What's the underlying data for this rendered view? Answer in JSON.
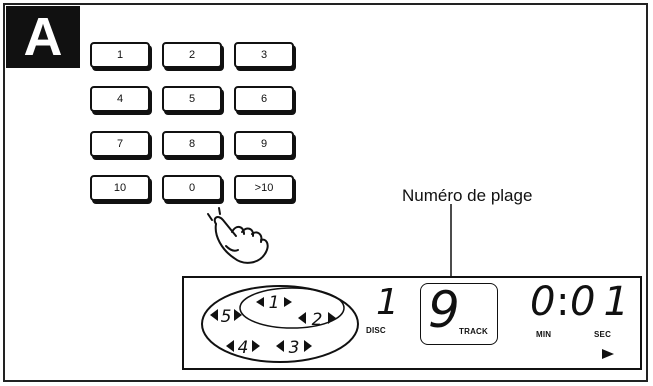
{
  "section": {
    "letter": "A"
  },
  "keypad": {
    "keys": [
      "1",
      "2",
      "3",
      "4",
      "5",
      "6",
      "7",
      "8",
      "9",
      "10",
      "0",
      ">10"
    ]
  },
  "callout": {
    "label": "Numéro de plage"
  },
  "display": {
    "disc_number": "1",
    "disc_label": "DISC",
    "track_number": "9",
    "track_label": "TRACK",
    "time_minutes": "0",
    "time_seconds": "01",
    "min_label": "MIN",
    "sec_label": "SEC",
    "tray_numbers": [
      "5",
      "1",
      "2",
      "4",
      "3"
    ],
    "play_indicator_icon": "play-icon"
  }
}
